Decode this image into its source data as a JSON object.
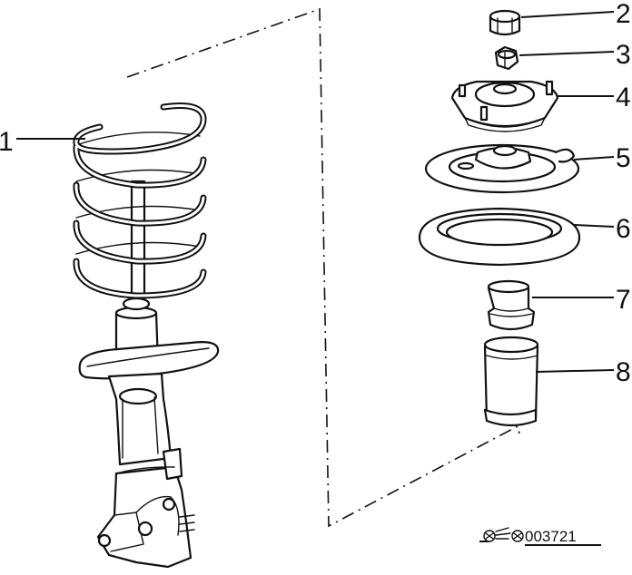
{
  "labels": [
    "1",
    "2",
    "3",
    "4",
    "5",
    "6",
    "7",
    "8"
  ],
  "figure_code": "003721",
  "colors": {
    "line": "#111111",
    "background": "#ffffff"
  },
  "icons": {
    "figure_code_mark": "spring-symbol-icon"
  }
}
